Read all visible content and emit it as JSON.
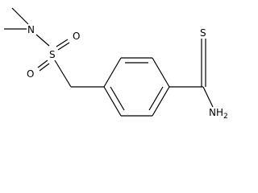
{
  "molecule": {
    "atoms": {
      "nitrogen": "N",
      "sulfur": "S",
      "oxygen_top": "O",
      "oxygen_bottom": "O",
      "thio_sulfur": "S",
      "amide_nitrogen": "NH",
      "amide_hydrogen_count": "2"
    }
  }
}
